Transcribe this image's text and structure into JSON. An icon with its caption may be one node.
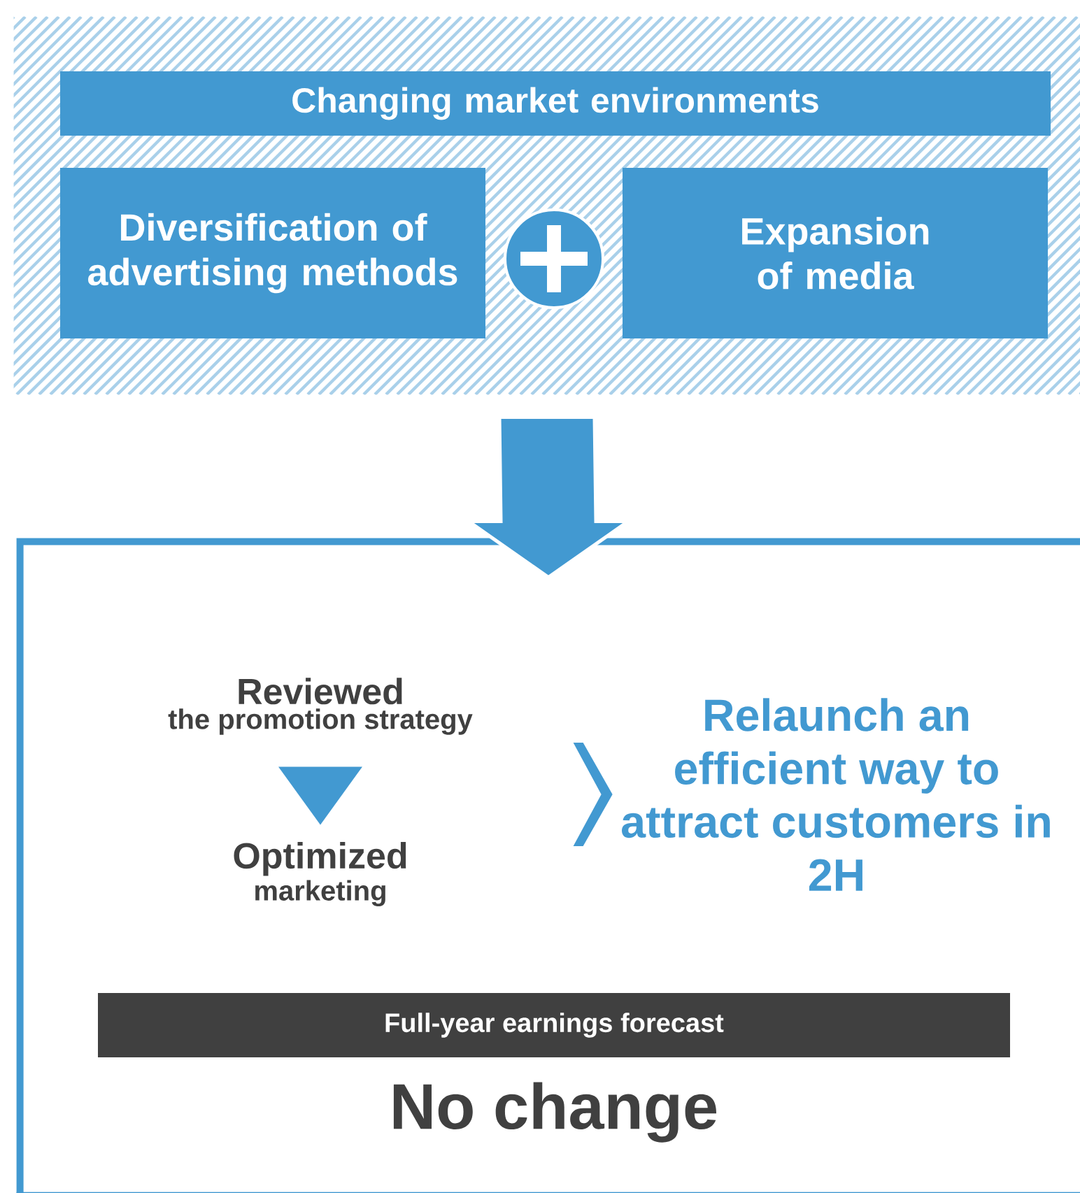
{
  "diagram": {
    "nodes": [
      {
        "text": [],
        "shape": "box"
      },
      {
        "text": [
          "Changing market environments"
        ],
        "in": 0
      },
      {
        "text": [
          "Diversification of advertising methods"
        ],
        "in": 0
      },
      {
        "text": [],
        "shape": "circle",
        "in": 0
      },
      {
        "text": [
          "Expansion of media"
        ],
        "in": 0
      },
      {
        "text": [],
        "shape": "box"
      },
      {
        "text": [
          "Reviewed",
          "the promotion strategy"
        ],
        "in": 5
      },
      {
        "text": [
          "Optimized",
          "marketing"
        ],
        "in": 5
      },
      {
        "text": [
          "Relaunch an efficient way to attract customers in 2H"
        ],
        "in": 5
      },
      {
        "text": [
          "Full-year earnings forecast"
        ],
        "in": 5,
        "beside": [
          "No change"
        ]
      }
    ],
    "edges": [
      {
        "from": 0,
        "to": 5,
        "arrow": "to",
        "style": "thick"
      },
      {
        "from": 6,
        "to": 7,
        "arrow": "to"
      },
      {
        "from": null,
        "to": 8,
        "arrow": "to"
      }
    ]
  }
}
